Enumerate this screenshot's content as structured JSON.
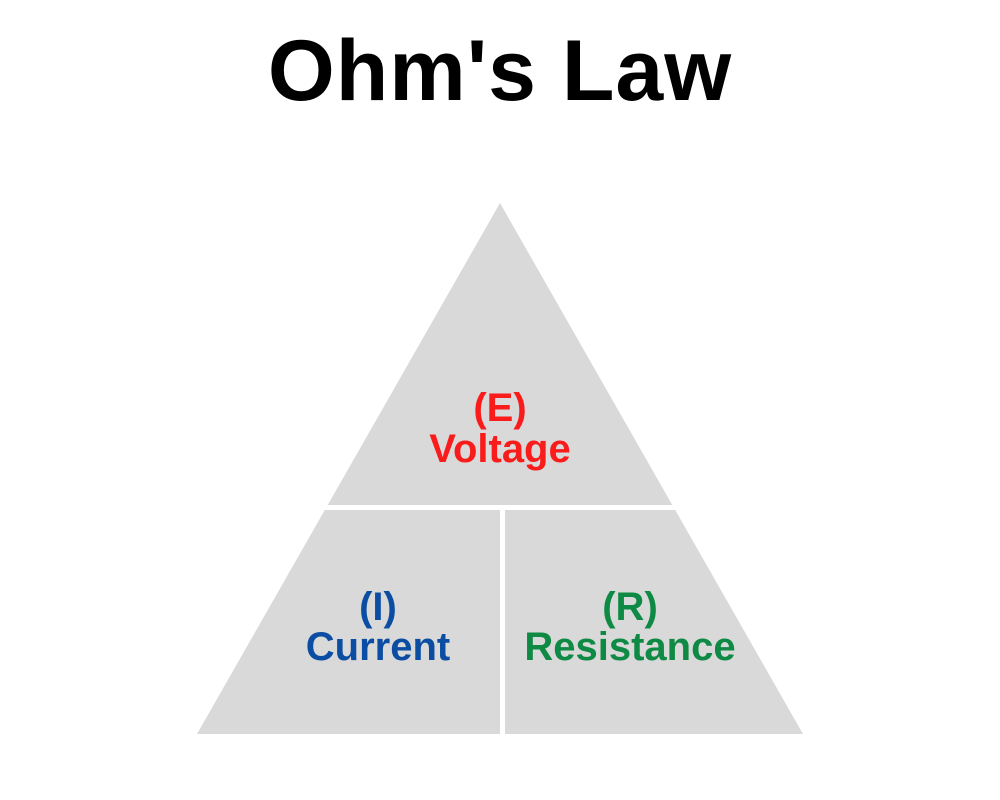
{
  "title": "Ohm's Law",
  "diagram": {
    "top": {
      "symbol": "(E)",
      "label": "Voltage",
      "color": "#fa1b1b"
    },
    "bottom_left": {
      "symbol": "(I)",
      "label": "Current",
      "color": "#0b4da2"
    },
    "bottom_right": {
      "symbol": "(R)",
      "label": "Resistance",
      "color": "#0e8a44"
    }
  },
  "colors": {
    "background": "#ffffff",
    "triangle_fill": "#d9d9d9",
    "divider": "#ffffff",
    "title": "#000000"
  }
}
